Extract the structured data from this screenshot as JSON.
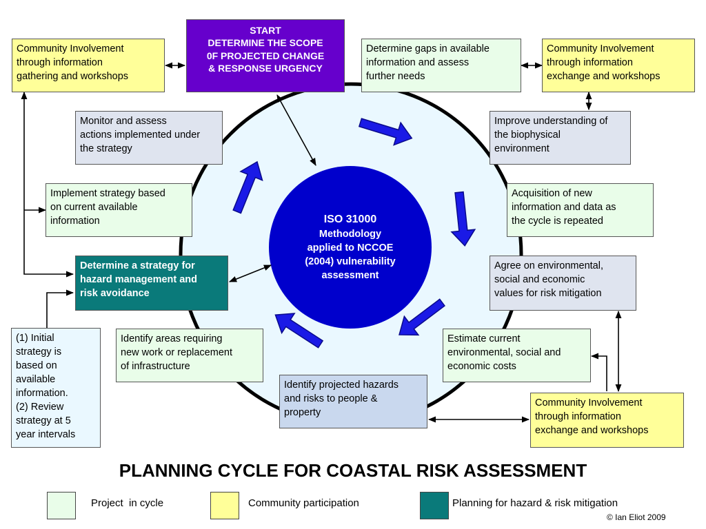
{
  "colors": {
    "project": "#e9fde9",
    "community": "#ffff99",
    "planning": "#0a7a7a",
    "start": "#6600cc",
    "center_circle": "#0000cc",
    "cycle_fill": "#eaf8ff",
    "arrow": "#1a1ae6"
  },
  "start_box": {
    "lines": [
      "START",
      "DETERMINE THE SCOPE",
      "0F PROJECTED CHANGE",
      "& RESPONSE URGENCY"
    ]
  },
  "center": {
    "title": "ISO 31000",
    "lines": [
      "Methodology",
      "applied to NCCOE",
      "(2004) vulnerability",
      "assessment"
    ]
  },
  "boxes": {
    "community_gathering": [
      "Community Involvement",
      "through information",
      "gathering and workshops"
    ],
    "determine_gaps": [
      "Determine gaps in available",
      "information and assess",
      "further needs"
    ],
    "community_exchange_top": [
      "Community Involvement",
      "through information",
      "exchange and workshops"
    ],
    "monitor_assess": [
      "Monitor and assess",
      "actions implemented under",
      "the strategy"
    ],
    "improve_understanding": [
      "Improve understanding of",
      "the biophysical",
      "environment"
    ],
    "implement_strategy": [
      "Implement strategy based",
      "on current available",
      "information"
    ],
    "acquisition": [
      "Acquisition of new",
      "information and data as",
      "the cycle is repeated"
    ],
    "determine_strategy": [
      "Determine a strategy for",
      "hazard management and",
      "risk avoidance"
    ],
    "agree_values": [
      "Agree on environmental,",
      "social and economic",
      "values for risk mitigation"
    ],
    "initial_strategy": [
      "(1) Initial",
      "strategy is",
      "based on",
      "available",
      "information.",
      "(2) Review",
      "strategy at 5",
      "year intervals"
    ],
    "identify_areas": [
      "Identify areas requiring",
      "new work or replacement",
      "of infrastructure"
    ],
    "estimate_costs": [
      "Estimate current",
      "environmental, social and",
      "economic costs"
    ],
    "identify_hazards": [
      "Identify projected hazards",
      "and risks to people &",
      "property"
    ],
    "community_exchange_bottom": [
      "Community Involvement",
      "through information",
      "exchange and workshops"
    ]
  },
  "title": "PLANNING CYCLE FOR COASTAL RISK ASSESSMENT",
  "legend": [
    {
      "label": "Project  in cycle",
      "color": "#e9fde9"
    },
    {
      "label": "Community participation",
      "color": "#ffff99"
    },
    {
      "label": "Planning for hazard & risk mitigation",
      "color": "#0a7a7a"
    }
  ],
  "copyright": "© Ian Eliot 2009"
}
